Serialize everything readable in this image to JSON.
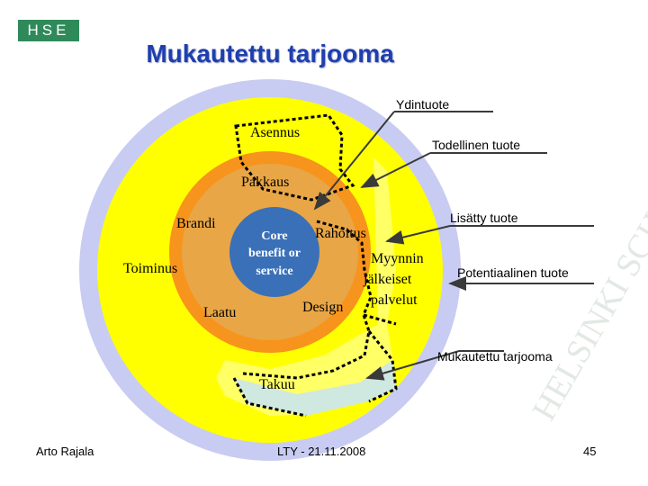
{
  "logo": {
    "text": "HSE"
  },
  "title": "Mukautettu tarjooma",
  "watermark": "HELSINKI SCHOOL OF ECONOMICS",
  "diagram": {
    "core": [
      "Core",
      "benefit or",
      "service"
    ],
    "inner_labels": {
      "brandi": "Brandi",
      "toiminus": "Toiminus",
      "laatu": "Laatu",
      "design": "Design",
      "pakkaus": "Pakkaus",
      "asennus": "Asennus",
      "rahoitus": "Rahoitus",
      "myynnin": [
        "Myynnin",
        "jälkeiset",
        "palvelut"
      ],
      "takuu": "Takuu"
    },
    "callouts": {
      "ydintuote": "Ydintuote",
      "todellinen": "Todellinen tuote",
      "lisatty": "Lisätty tuote",
      "potentiaalinen": "Potentiaalinen tuote",
      "mukautettu": "Mukautettu tarjooma"
    },
    "colors": {
      "outer_ring": "#c8ccf2",
      "augmented": "#ffff00",
      "actual": "#f7941d",
      "core": "#e8a646",
      "core_center": "#3a70b8",
      "potential": "#ffff66",
      "custom_area": "#cfe8e0"
    }
  },
  "footer": {
    "author": "Arto Rajala",
    "event": "LTY - 21.11.2008",
    "page": "45"
  }
}
